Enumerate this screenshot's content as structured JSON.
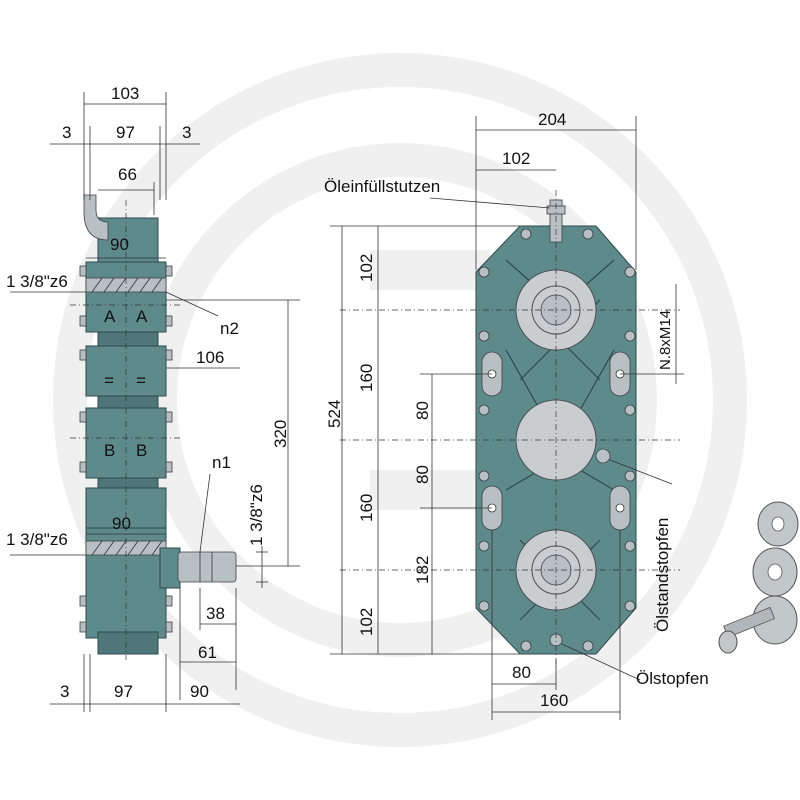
{
  "side_view": {
    "dim_overall_width": "103",
    "dim_offset_left": "3",
    "dim_body_width": "97",
    "dim_offset_right": "3",
    "dim_66": "66",
    "dim_90_top": "90",
    "dim_106": "106",
    "dim_320": "320",
    "dim_90_mid": "90",
    "dim_38": "38",
    "dim_61": "61",
    "dim_bottom_left": "3",
    "dim_bottom_body": "97",
    "dim_bottom_shaft": "90",
    "shaft_top_spec": "1 3/8\"z6",
    "shaft_bottom_spec": "1 3/8\"z6",
    "shaft_side_spec": "1 3/8\"z6",
    "label_n1": "n1",
    "label_n2": "n2",
    "mark_a_left": "A",
    "mark_a_right": "A",
    "mark_eq_left": "=",
    "mark_eq_right": "=",
    "mark_b_left": "B",
    "mark_b_right": "B"
  },
  "front_view": {
    "dim_204": "204",
    "dim_102_top": "102",
    "dim_524": "524",
    "dim_102_a": "102",
    "dim_160_a": "160",
    "dim_80_a": "80",
    "dim_80_b": "80",
    "dim_160_b": "160",
    "dim_182": "182",
    "dim_102_b": "102",
    "dim_80_bottom": "80",
    "dim_160_bottom": "160",
    "dim_n8xm14": "N.8xM14",
    "label_oil_fill": "Öleinfüllstutzen",
    "label_oil_level": "Ölstandstopfen",
    "label_oil_drain": "Ölstopfen"
  },
  "colors": {
    "housing": "#5e8a8c",
    "watermark": "#e6e6e6"
  }
}
